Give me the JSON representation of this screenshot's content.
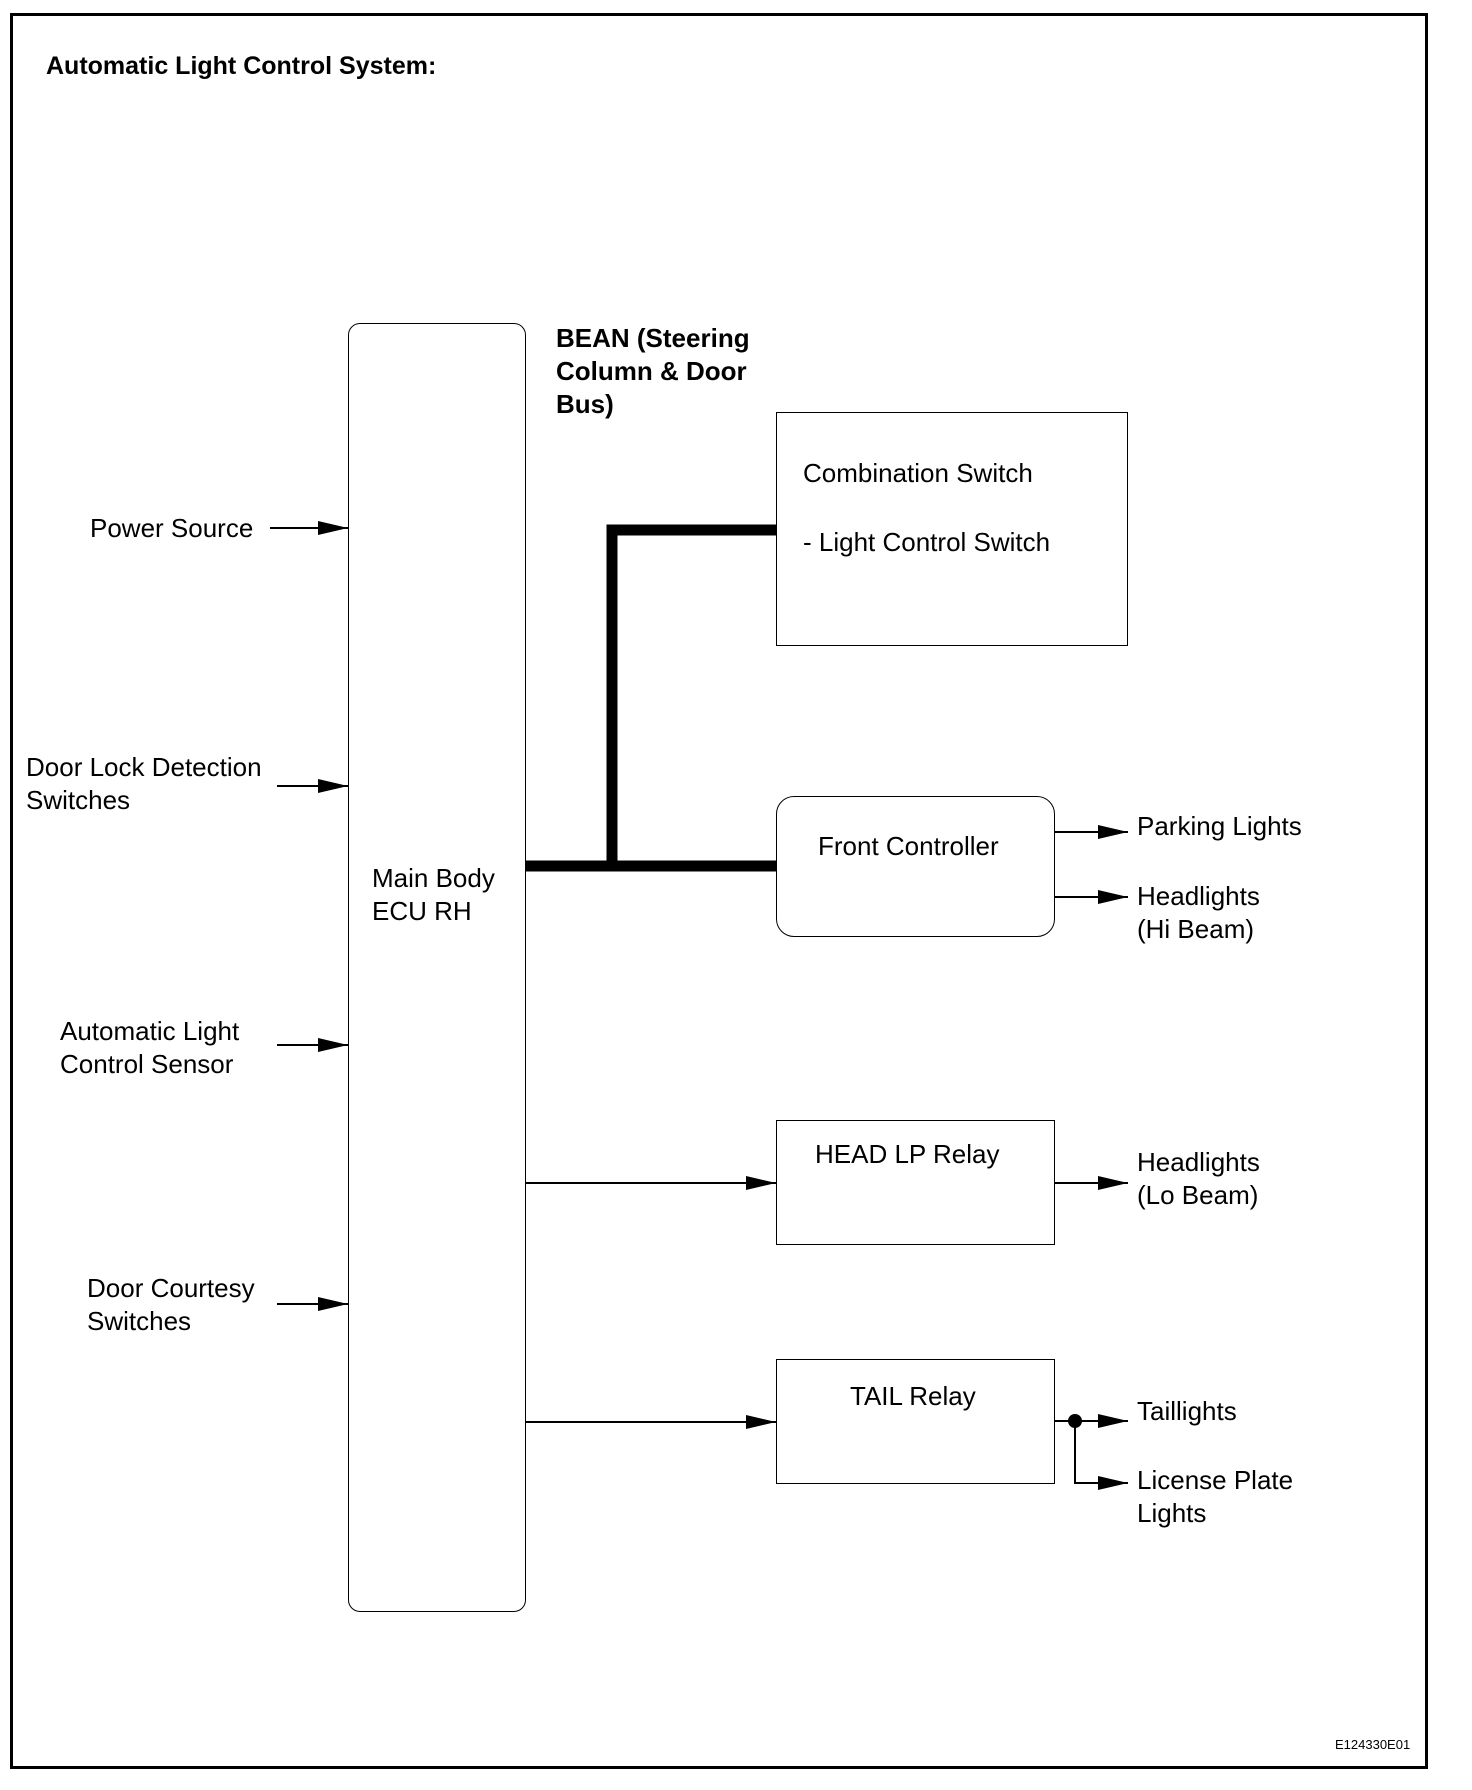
{
  "title": "Automatic Light Control System:",
  "figure_code": "E124330E01",
  "bus_label": [
    "BEAN (Steering",
    "Column & Door",
    "Bus)"
  ],
  "ecu": {
    "label": [
      "Main Body",
      "ECU RH"
    ]
  },
  "inputs": [
    {
      "id": "power",
      "lines": [
        "Power Source"
      ]
    },
    {
      "id": "door-lock",
      "lines": [
        "Door Lock Detection",
        "Switches"
      ]
    },
    {
      "id": "sensor",
      "lines": [
        "Automatic Light",
        "Control Sensor"
      ]
    },
    {
      "id": "courtesy",
      "lines": [
        "Door Courtesy",
        "Switches"
      ]
    }
  ],
  "blocks": {
    "combination_switch": {
      "title": "Combination Switch",
      "sub": "- Light Control Switch"
    },
    "front_controller": {
      "title": "Front Controller"
    },
    "head_lp_relay": {
      "title": "HEAD LP Relay"
    },
    "tail_relay": {
      "title": "TAIL Relay"
    }
  },
  "outputs": {
    "parking": [
      "Parking Lights"
    ],
    "hi_beam": [
      "Headlights",
      "(Hi Beam)"
    ],
    "lo_beam": [
      "Headlights",
      "(Lo Beam)"
    ],
    "taillights": [
      "Taillights"
    ],
    "license": [
      "License Plate",
      "Lights"
    ]
  }
}
